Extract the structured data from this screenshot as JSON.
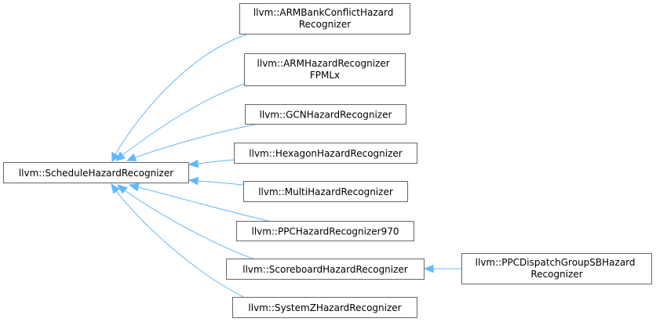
{
  "diagram": {
    "colors": {
      "edge": "#63b8ff",
      "node_border": "#666666",
      "node_fill": "#ffffff",
      "text": "#000000"
    },
    "nodes": [
      {
        "id": "base",
        "lines": [
          "llvm::ScheduleHazardRecognizer"
        ]
      },
      {
        "id": "arm-bank",
        "lines": [
          "llvm::ARMBankConflictHazard",
          "Recognizer"
        ]
      },
      {
        "id": "arm-fpmlx",
        "lines": [
          "llvm::ARMHazardRecognizer",
          "FPMLx"
        ]
      },
      {
        "id": "gcn",
        "lines": [
          "llvm::GCNHazardRecognizer"
        ]
      },
      {
        "id": "hexagon",
        "lines": [
          "llvm::HexagonHazardRecognizer"
        ]
      },
      {
        "id": "multi",
        "lines": [
          "llvm::MultiHazardRecognizer"
        ]
      },
      {
        "id": "ppc970",
        "lines": [
          "llvm::PPCHazardRecognizer970"
        ]
      },
      {
        "id": "scoreboard",
        "lines": [
          "llvm::ScoreboardHazardRecognizer"
        ]
      },
      {
        "id": "ppc-dispatch",
        "lines": [
          "llvm::PPCDispatchGroupSBHazard",
          "Recognizer"
        ]
      },
      {
        "id": "systemz",
        "lines": [
          "llvm::SystemZHazardRecognizer"
        ]
      }
    ],
    "edges": [
      {
        "from": "arm-bank",
        "to": "base"
      },
      {
        "from": "arm-fpmlx",
        "to": "base"
      },
      {
        "from": "gcn",
        "to": "base"
      },
      {
        "from": "hexagon",
        "to": "base"
      },
      {
        "from": "multi",
        "to": "base"
      },
      {
        "from": "ppc970",
        "to": "base"
      },
      {
        "from": "scoreboard",
        "to": "base"
      },
      {
        "from": "systemz",
        "to": "base"
      },
      {
        "from": "ppc-dispatch",
        "to": "scoreboard"
      }
    ]
  }
}
